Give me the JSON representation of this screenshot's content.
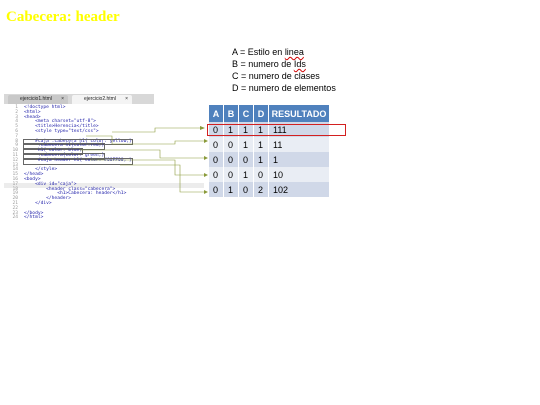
{
  "header": {
    "title": "Cabecera: header"
  },
  "legend": {
    "items": [
      {
        "letter": "A",
        "sep": " = ",
        "text": "Estilo en ",
        "underlined": "linea"
      },
      {
        "letter": "B",
        "sep": " = ",
        "text": "numero de ",
        "underlined": "Ids"
      },
      {
        "letter": "C",
        "sep": " =  ",
        "text": "numero de clases",
        "underlined": ""
      },
      {
        "letter": "D",
        "sep": " = ",
        "text": "numero de elementos",
        "underlined": ""
      }
    ]
  },
  "editor": {
    "tabs": [
      {
        "label": "ejercicio1.html",
        "close": "×",
        "active": false
      },
      {
        "label": "ejercicio2.html",
        "close": "×",
        "active": true
      }
    ],
    "lines": [
      {
        "n": "1",
        "code": "<!doctype html>"
      },
      {
        "n": "2",
        "code": "<html>"
      },
      {
        "n": "3",
        "code": "<head>"
      },
      {
        "n": "4",
        "code": "    <meta charset=\"utf-8\">"
      },
      {
        "n": "5",
        "code": "    <title>Herencia</title>"
      },
      {
        "n": "6",
        "code": "    <style type=\"text/css\">"
      },
      {
        "n": "7",
        "code": ""
      },
      {
        "n": "8",
        "code": "    #caja .cabecera h1{ color: yellow;}"
      },
      {
        "n": "9",
        "code": "     .cabecera h1{color:red;}"
      },
      {
        "n": "10",
        "code": "     h1{ color: blue;"
      },
      {
        "n": "11",
        "code": "     .cabecera{color: green;}"
      },
      {
        "n": "12",
        "code": "     #caja header h1{ color: #00FF00; }"
      },
      {
        "n": "13",
        "code": ""
      },
      {
        "n": "14",
        "code": "    </style>"
      },
      {
        "n": "15",
        "code": "</head>"
      },
      {
        "n": "16",
        "code": "<body>"
      },
      {
        "n": "17",
        "code": "    <div id=\"caja\">"
      },
      {
        "n": "18",
        "code": "        <header class=\"cabecera\">"
      },
      {
        "n": "19",
        "code": "            <h1>Cabecera: header</h1>"
      },
      {
        "n": "20",
        "code": "        </header>"
      },
      {
        "n": "21",
        "code": "    </div>"
      },
      {
        "n": "22",
        "code": ""
      },
      {
        "n": "23",
        "code": "</body>"
      },
      {
        "n": "24",
        "code": "</html>"
      }
    ]
  },
  "table": {
    "headers": [
      "A",
      "B",
      "C",
      "D",
      "RESULTADO"
    ],
    "rows": [
      [
        "0",
        "1",
        "1",
        "1",
        "111"
      ],
      [
        "0",
        "0",
        "1",
        "1",
        "11"
      ],
      [
        "0",
        "0",
        "0",
        "1",
        "1"
      ],
      [
        "0",
        "0",
        "1",
        "0",
        "10"
      ],
      [
        "0",
        "1",
        "0",
        "2",
        "102"
      ]
    ]
  },
  "colors": {
    "title": "#ffff00",
    "table_header": "#4f81bd",
    "row_odd": "#d0d8e8",
    "row_even": "#e9edf4",
    "highlight": "#d32020"
  }
}
